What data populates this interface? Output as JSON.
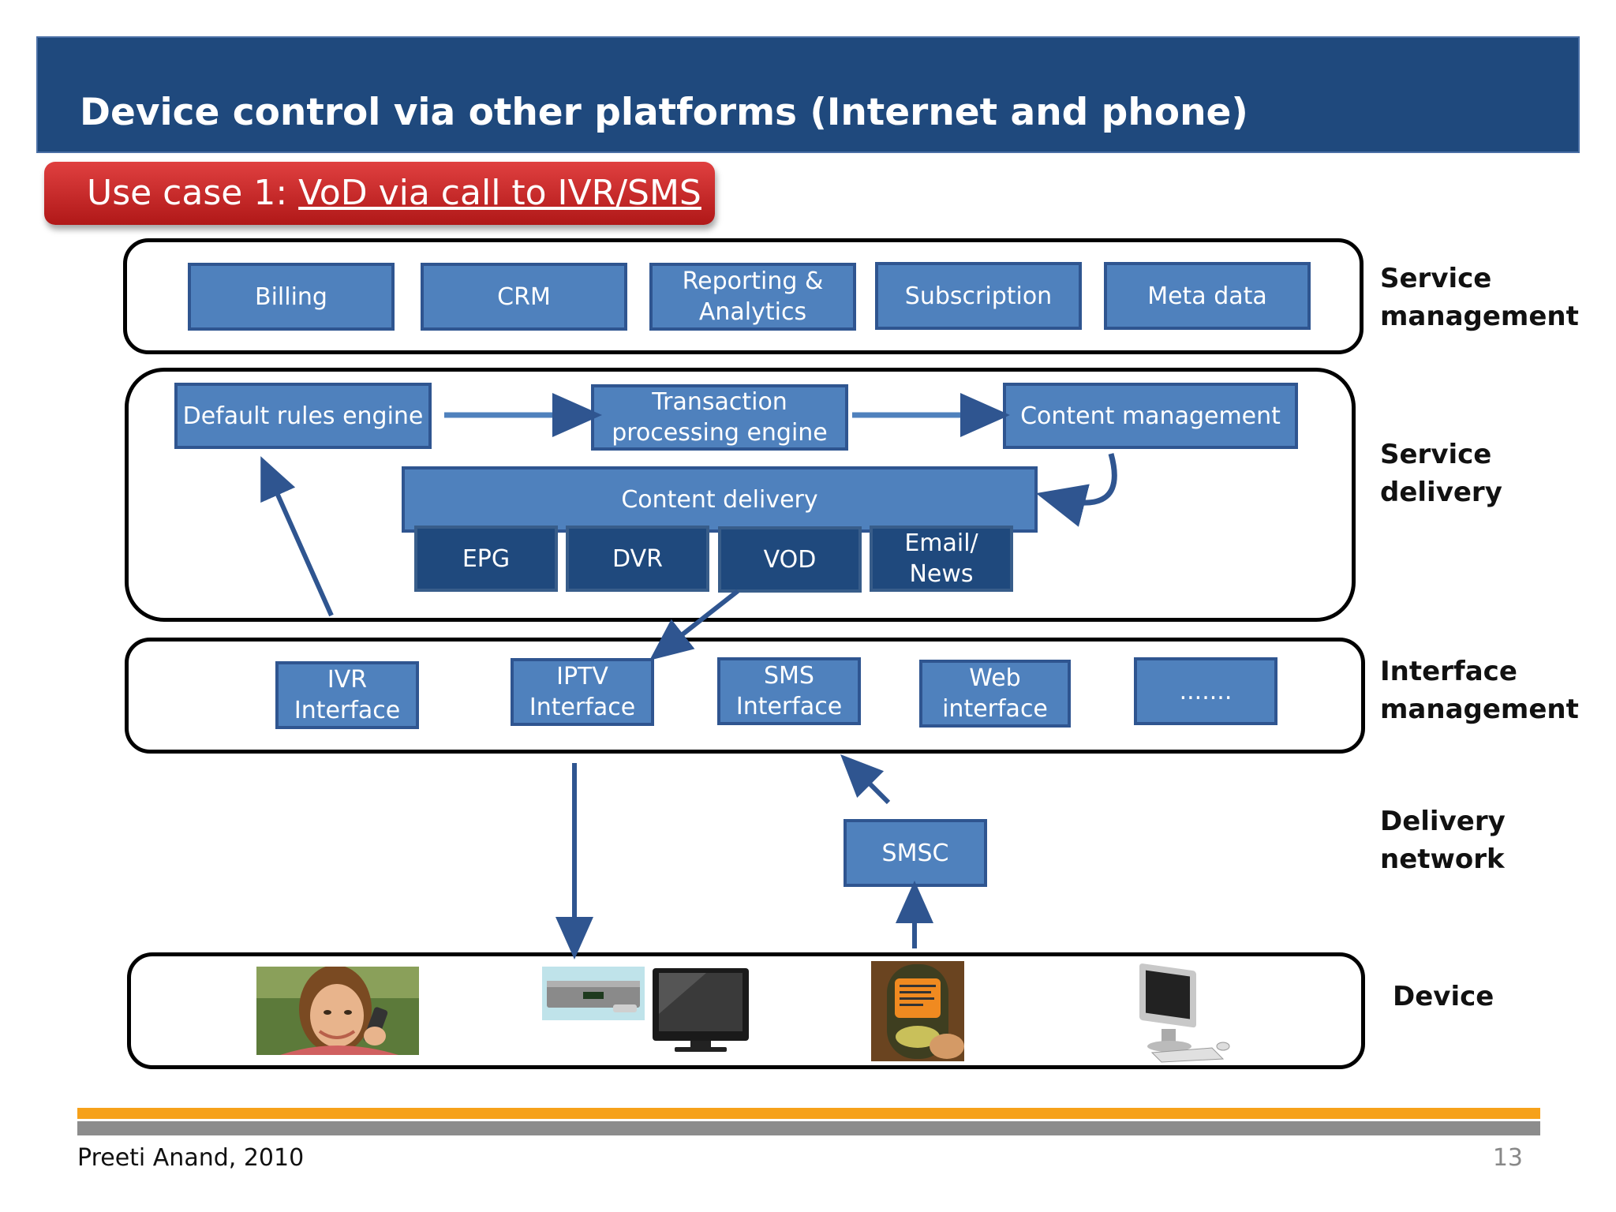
{
  "slide": {
    "title": "Device control via other platforms (Internet and phone)",
    "use_case_prefix": "Use case 1: ",
    "use_case_link": "VoD via call to IVR/SMS"
  },
  "layers": {
    "service_management": "Service\nmanagement",
    "service_delivery": "Service\ndelivery",
    "interface_management": "Interface\nmanagement",
    "delivery_network": "Delivery\nnetwork",
    "device": "Device"
  },
  "service_management": {
    "billing": "Billing",
    "crm": "CRM",
    "reporting": "Reporting &\nAnalytics",
    "subscription": "Subscription",
    "metadata": "Meta data"
  },
  "service_delivery": {
    "rules_engine": "Default rules engine",
    "transaction_engine": "Transaction\nprocessing engine",
    "content_management": "Content  management",
    "content_delivery": "Content  delivery",
    "epg": "EPG",
    "dvr": "DVR",
    "vod": "VOD",
    "email_news": "Email/\nNews"
  },
  "interface_management": {
    "ivr": "IVR\nInterface",
    "iptv": "IPTV\nInterface",
    "sms": "SMS\nInterface",
    "web": "Web\ninterface",
    "more": "......."
  },
  "delivery_network": {
    "smsc": "SMSC"
  },
  "devices": [
    {
      "icon": "woman-on-phone-photo"
    },
    {
      "icon": "set-top-box-photo"
    },
    {
      "icon": "television-photo"
    },
    {
      "icon": "mobile-sms-photo"
    },
    {
      "icon": "desktop-computer-photo"
    }
  ],
  "footer": {
    "author": "Preeti Anand, 2010",
    "page_number": "13"
  },
  "colors": {
    "title_bar": "#1f497d",
    "box_fill": "#4f81bd",
    "box_dark": "#1f497d",
    "use_case_red": "#c0282a",
    "footer_orange": "#f6a11a",
    "footer_gray": "#8c8c8c"
  }
}
